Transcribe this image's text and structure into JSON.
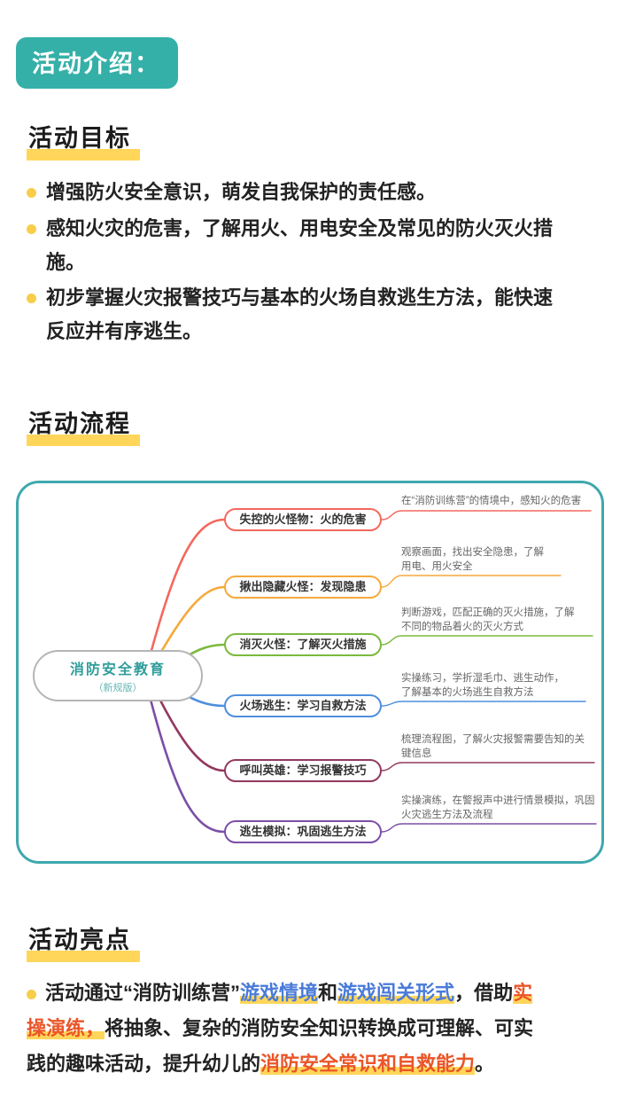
{
  "theme": {
    "teal": "#35b0a8",
    "marker": "#ffd65a",
    "dot": "#f8cd49",
    "blue": "#4a7bd9",
    "red": "#ea5527",
    "map_border": "#3fa8ad",
    "center_text": "#2f9d9a"
  },
  "badge": {
    "label": "活动介绍："
  },
  "sections": {
    "goals": {
      "title": "活动目标",
      "items": [
        "增强防火安全意识，萌发自我保护的责任感。",
        "感知火灾的危害，了解用火、用电安全及常见的防火灭火措施。",
        "初步掌握火灾报警技巧与基本的火场自救逃生方法，能快速反应并有序逃生。"
      ]
    },
    "flow": {
      "title": "活动流程",
      "map": {
        "center_title": "消防安全教育",
        "center_subtitle": "（新规版）",
        "branches": [
          {
            "label": "失控的火怪物：火的危害",
            "desc": "在“消防训练营”的情境中，感知火的危害",
            "color": "#f4685e"
          },
          {
            "label": "揪出隐藏火怪：发现隐患",
            "desc": "观察画面，找出安全隐患，了解\n用电、用火安全",
            "color": "#f6a93b"
          },
          {
            "label": "消灭火怪：了解灭火措施",
            "desc": "判断游戏，匹配正确的灭火措施，了解\n不同的物品着火的灭火方式",
            "color": "#7cb93e"
          },
          {
            "label": "火场逃生：学习自救方法",
            "desc": "实操练习，学折湿毛巾、逃生动作，\n了解基本的火场逃生自救方法",
            "color": "#4f8fde"
          },
          {
            "label": "呼叫英雄：学习报警技巧",
            "desc": "梳理流程图，了解火灾报警需要告知的关\n键信息",
            "color": "#93395f"
          },
          {
            "label": "逃生模拟：巩固逃生方法",
            "desc": "实操演练，在警报声中进行情景模拟，巩固\n火灾逃生方法及流程",
            "color": "#7b4fa6"
          }
        ]
      }
    },
    "highlights": {
      "title": "活动亮点",
      "segments": [
        {
          "text": "活动通过“消防训练营”",
          "style": "plain"
        },
        {
          "text": "游戏情境",
          "style": "blue"
        },
        {
          "text": "和",
          "style": "plain"
        },
        {
          "text": "游戏闯关形式",
          "style": "blue"
        },
        {
          "text": "，借助",
          "style": "plain"
        },
        {
          "text": "实操演练，",
          "style": "red"
        },
        {
          "text": "将抽象、复杂的消防安全知识转换成可理解、可实践的趣味活动，提升幼儿的",
          "style": "plain"
        },
        {
          "text": "消防安全常识和自救能力",
          "style": "red"
        },
        {
          "text": "。",
          "style": "plain"
        }
      ]
    }
  }
}
